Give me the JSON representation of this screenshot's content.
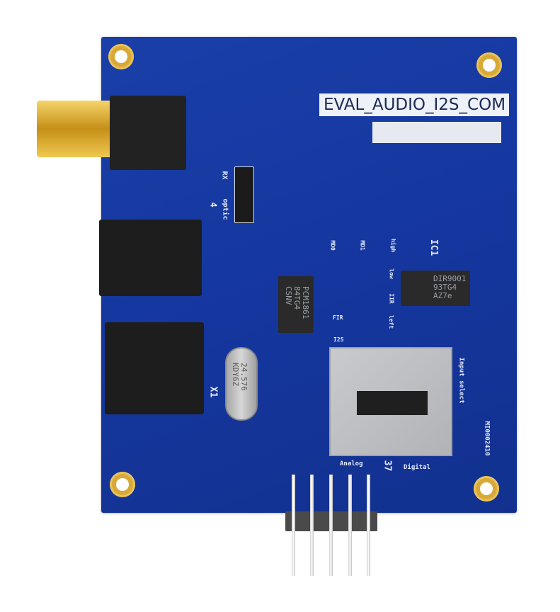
{
  "image": {
    "subject": "Blue PCB audio evaluation board",
    "background_color": "#ffffff",
    "board_color": "#1537a0"
  },
  "labels": {
    "board_name": "EVAL_AUDIO_I2S_COM",
    "connector_jp": "RX",
    "jp_side_label": "optic",
    "jp_number": "4",
    "led_labels": [
      "MD0",
      "MD1",
      "high",
      "low",
      "FIR",
      "IIR",
      "I2S",
      "left"
    ],
    "ic1_label": "IC1",
    "x1_label": "X1",
    "input_select": "Input select",
    "analog": "Analog",
    "digital": "Digital",
    "switch_ref": "37",
    "serial": "MI0002410"
  },
  "chips": {
    "adc": {
      "line1": "PCM1861",
      "line2": "84TG4",
      "line3": "CSNV"
    },
    "receiver": {
      "line1": "DIR9001",
      "line2": "93TG4",
      "line3": "AZ7e"
    },
    "crystal": {
      "line1": "24.576",
      "line2": "KDY6Z"
    }
  }
}
